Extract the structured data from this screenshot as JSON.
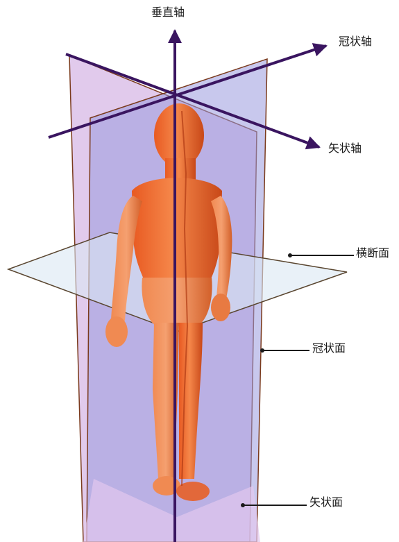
{
  "labels": {
    "vertical_axis": "垂直轴",
    "coronal_axis": "冠状轴",
    "sagittal_axis": "矢状轴",
    "transverse_plane": "横断面",
    "coronal_plane": "冠状面",
    "sagittal_plane": "矢状面"
  },
  "colors": {
    "axis": "#3a1560",
    "plane_edge": "#7a3a1c",
    "sagittal_plane_fill": "#c9a6dc",
    "coronal_plane_fill": "#8c8fd6",
    "transverse_plane_fill": "#d7e4f2",
    "body": "#f0692a",
    "body_shadow": "#c4451c",
    "leader_line": "#1a1a1a"
  }
}
